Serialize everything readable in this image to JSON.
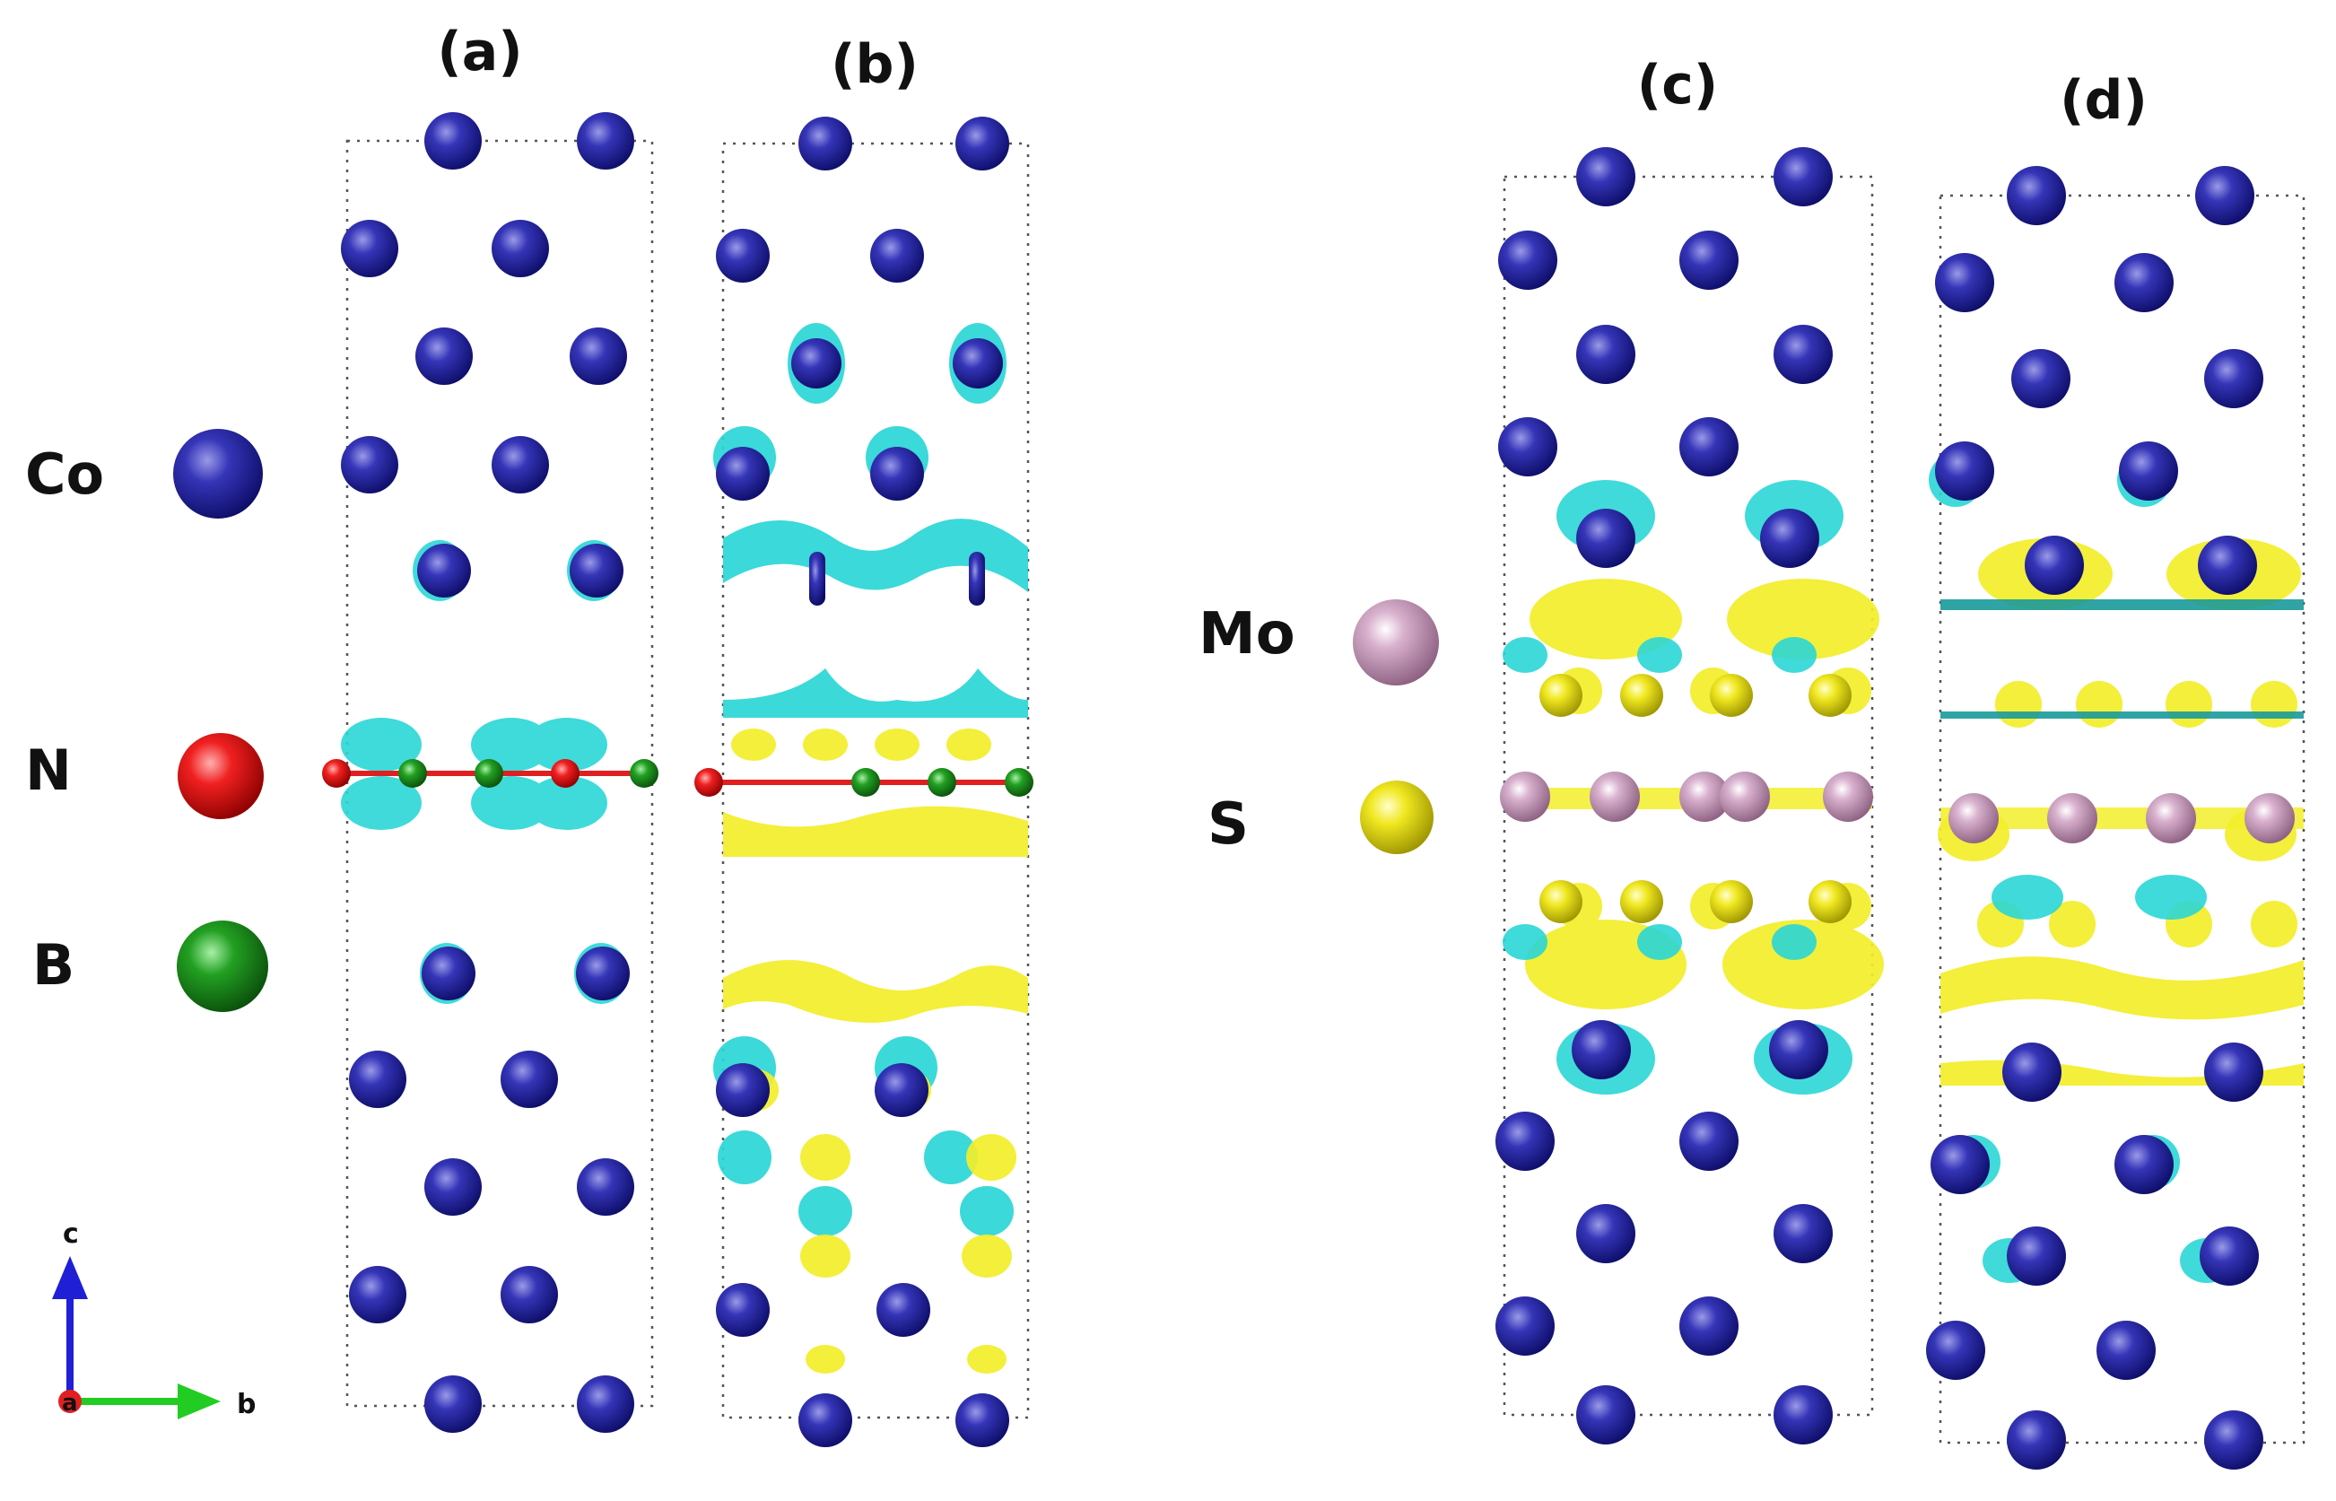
{
  "panels": [
    {
      "id": "a",
      "label": "(a)"
    },
    {
      "id": "b",
      "label": "(b)"
    },
    {
      "id": "c",
      "label": "(c)"
    },
    {
      "id": "d",
      "label": "(d)"
    }
  ],
  "legend_left": [
    {
      "element": "Co",
      "color": "#2a2aa6"
    },
    {
      "element": "N",
      "color": "#e11a1a"
    },
    {
      "element": "B",
      "color": "#1c8a1c"
    }
  ],
  "legend_right": [
    {
      "element": "Mo",
      "color": "#c295b5"
    },
    {
      "element": "S",
      "color": "#e8e015"
    }
  ],
  "axes": {
    "c": "c",
    "b": "b",
    "a": "a"
  },
  "isosurface_colors": {
    "accumulation": "#f2ee2a",
    "depletion": "#2bd6d6"
  }
}
